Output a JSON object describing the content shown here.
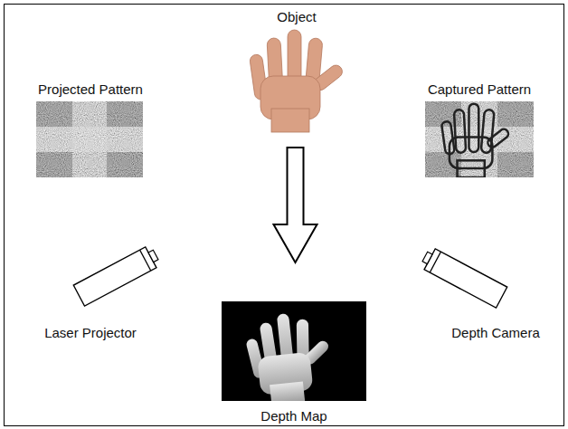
{
  "diagram": {
    "nodes": [
      {
        "text": [
          "Object"
        ]
      },
      {
        "text": [
          "Projected Pattern"
        ]
      },
      {
        "text": [
          "Captured Pattern"
        ]
      },
      {
        "text": [
          "Laser Projector"
        ]
      },
      {
        "text": [
          "Depth Camera"
        ]
      },
      {
        "text": [
          "Depth Map"
        ]
      }
    ],
    "edges": [
      {
        "from": 0,
        "to": 5,
        "arrow": "to"
      }
    ]
  }
}
